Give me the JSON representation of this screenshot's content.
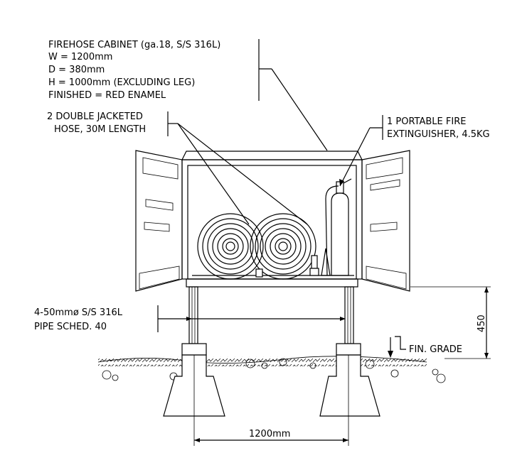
{
  "cabinet_note": {
    "lines": [
      "FIREHOSE CABINET (ga.18, S/S 316L)",
      "W = 1200mm",
      "D = 380mm",
      "H = 1000mm (EXCLUDING LEG)",
      "FINISHED = RED ENAMEL"
    ]
  },
  "hose_note": {
    "lines": [
      "2 DOUBLE JACKETED",
      "HOSE, 30M LENGTH"
    ]
  },
  "extinguisher_note": {
    "lines": [
      "1 PORTABLE FIRE",
      "EXTINGUISHER, 4.5KG"
    ]
  },
  "pipe_note": {
    "lines": [
      "4-50mmø S/S 316L",
      "PIPE SCHED. 40"
    ]
  },
  "grade_label": "FIN. GRADE",
  "height_dimension": "450",
  "width_dimension": "1200mm"
}
